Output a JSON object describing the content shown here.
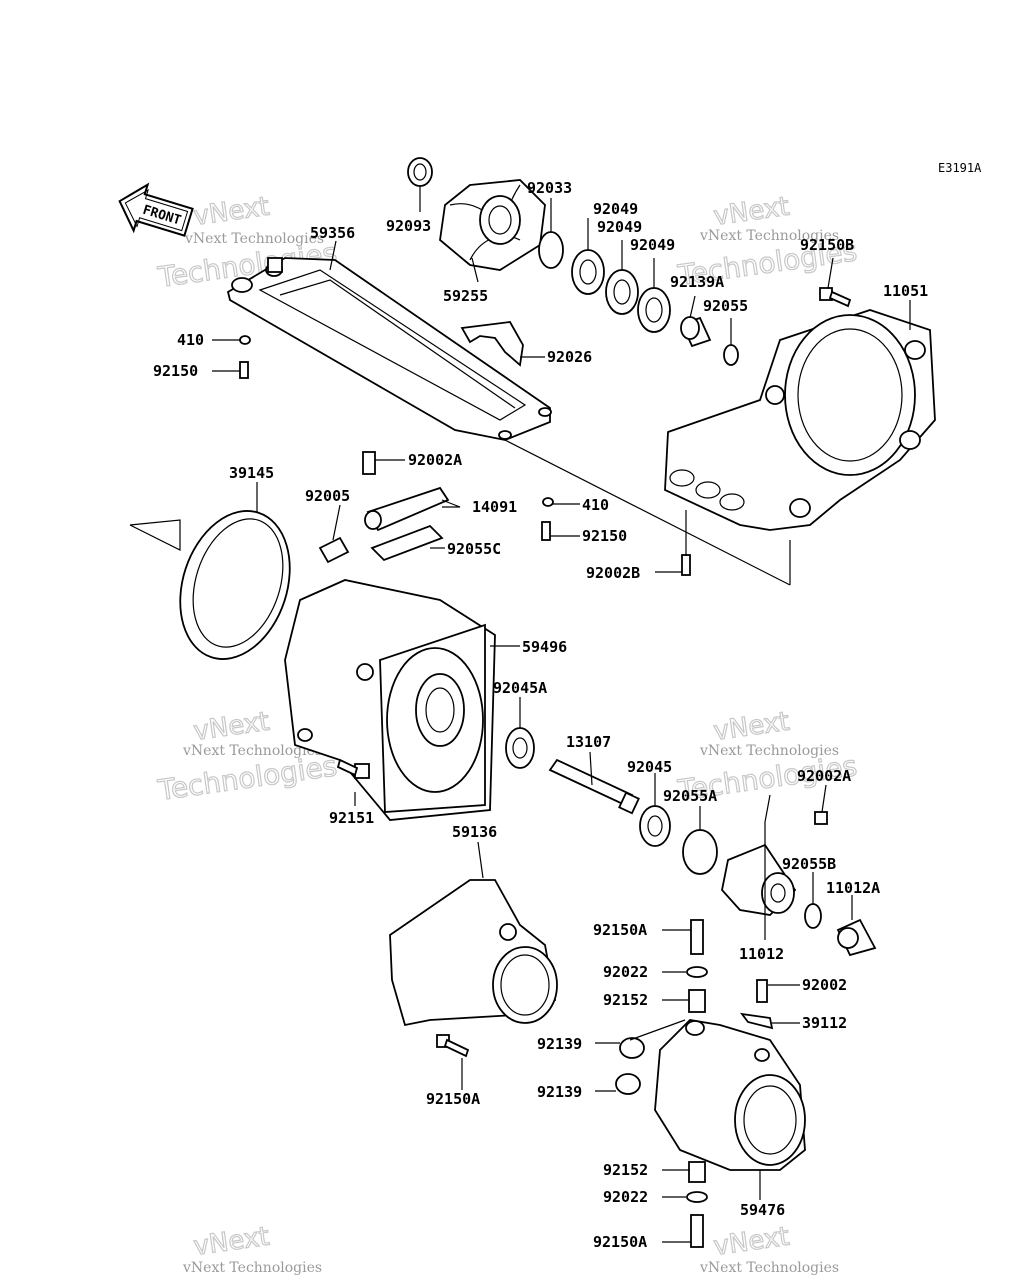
{
  "diagram_code": "E3191A",
  "front_label": "FRONT",
  "watermark": {
    "line1": "vNext Technologies",
    "big1": "vNext",
    "big2": "Technologies"
  },
  "labels": {
    "p92093": "92093",
    "p92033": "92033",
    "p92049a": "92049",
    "p92049b": "92049",
    "p92049c": "92049",
    "p59356": "59356",
    "p59255": "59255",
    "p92139A": "92139A",
    "p92055": "92055",
    "p92150B": "92150B",
    "p11051": "11051",
    "p410a": "410",
    "p92150a": "92150",
    "p92026": "92026",
    "p92002A_top": "92002A",
    "p39145": "39145",
    "p92005": "92005",
    "p14091": "14091",
    "p410b": "410",
    "p92150b": "92150",
    "p92055C": "92055C",
    "p92002B": "92002B",
    "p59496": "59496",
    "p92045A": "92045A",
    "p13107": "13107",
    "p92045": "92045",
    "p92055A": "92055A",
    "p92002A_r": "92002A",
    "p92151": "92151",
    "p59136": "59136",
    "p92055B": "92055B",
    "p11012A": "11012A",
    "p92150A_a": "92150A",
    "p11012": "11012",
    "p92022a": "92022",
    "p92002": "92002",
    "p92152a": "92152",
    "p39112": "39112",
    "p92139a": "92139",
    "p92150A_b": "92150A",
    "p92139b": "92139",
    "p92152b": "92152",
    "p59476": "59476",
    "p92022b": "92022",
    "p92150A_c": "92150A"
  }
}
